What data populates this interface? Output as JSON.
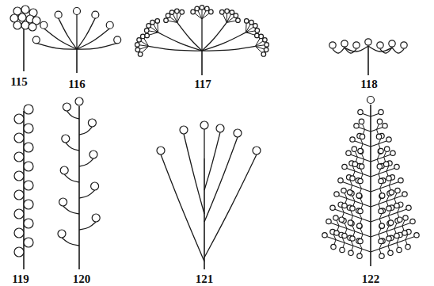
{
  "diagram": {
    "labels": [
      "115",
      "116",
      "117",
      "118",
      "119",
      "120",
      "121",
      "122"
    ]
  }
}
